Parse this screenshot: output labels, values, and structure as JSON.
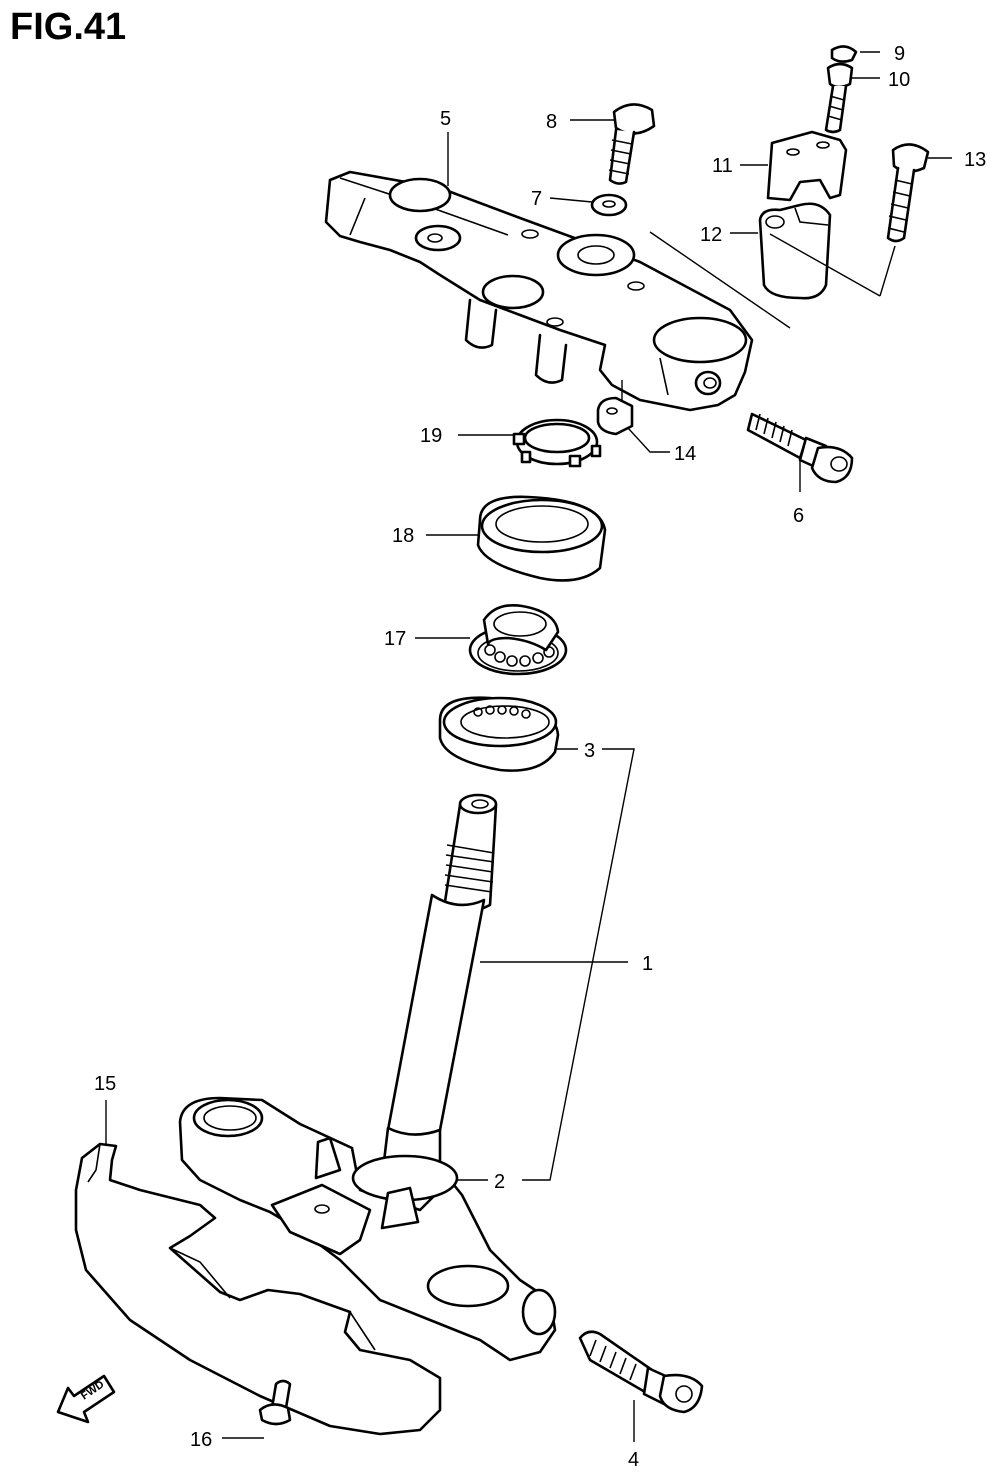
{
  "figure": {
    "title": "FIG.41"
  },
  "fwd_label": "FWD",
  "callouts": [
    {
      "id": "1",
      "label": "1"
    },
    {
      "id": "2",
      "label": "2"
    },
    {
      "id": "3",
      "label": "3"
    },
    {
      "id": "4",
      "label": "4"
    },
    {
      "id": "5",
      "label": "5"
    },
    {
      "id": "6",
      "label": "6"
    },
    {
      "id": "7",
      "label": "7"
    },
    {
      "id": "8",
      "label": "8"
    },
    {
      "id": "9",
      "label": "9"
    },
    {
      "id": "10",
      "label": "10"
    },
    {
      "id": "11",
      "label": "11"
    },
    {
      "id": "12",
      "label": "12"
    },
    {
      "id": "13",
      "label": "13"
    },
    {
      "id": "14",
      "label": "14"
    },
    {
      "id": "15",
      "label": "15"
    },
    {
      "id": "16",
      "label": "16"
    },
    {
      "id": "17",
      "label": "17"
    },
    {
      "id": "18",
      "label": "18"
    },
    {
      "id": "19",
      "label": "19"
    }
  ]
}
